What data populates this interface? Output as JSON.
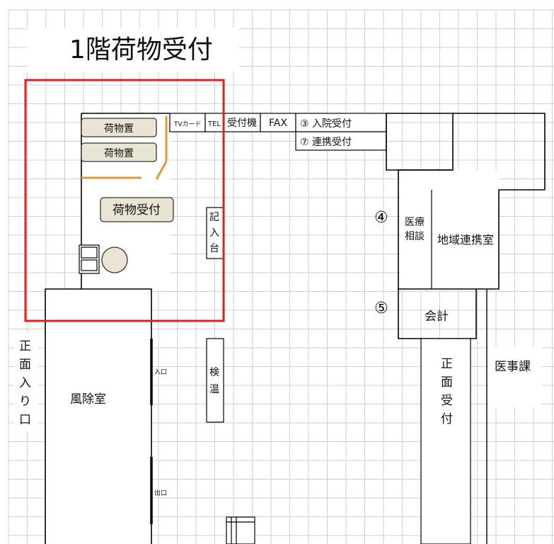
{
  "page_title": "1階荷物受付",
  "items": {
    "baggage_shelf_1": "荷物置",
    "baggage_shelf_2": "荷物置",
    "baggage_reception": "荷物受付",
    "tv_card": "TVカード",
    "tel": "TEL",
    "reception_machine": "受付機",
    "fax": "FAX",
    "admission_reception": "③ 入院受付",
    "liaison_reception": "⑦ 連携受付",
    "marker_4": "④",
    "medical_consultation": [
      "医療",
      "相談"
    ],
    "regional_liaison_room": "地域連携室",
    "marker_5": "⑤",
    "accounting": "会計",
    "writing_table": [
      "記",
      "入",
      "台"
    ],
    "main_entrance": [
      "正",
      "面",
      "入",
      "り",
      "口"
    ],
    "windbreak_room": "風除室",
    "entrance_label": "入口",
    "exit_label": "出口",
    "temperature_check": [
      "検",
      "温"
    ],
    "front_reception": [
      "正",
      "面",
      "受",
      "付"
    ],
    "medical_affairs": "医事課"
  },
  "colors": {
    "highlight_frame": "#e02020",
    "orange_rail": "#e8963c",
    "furniture_fill": "#e9e4d3"
  }
}
